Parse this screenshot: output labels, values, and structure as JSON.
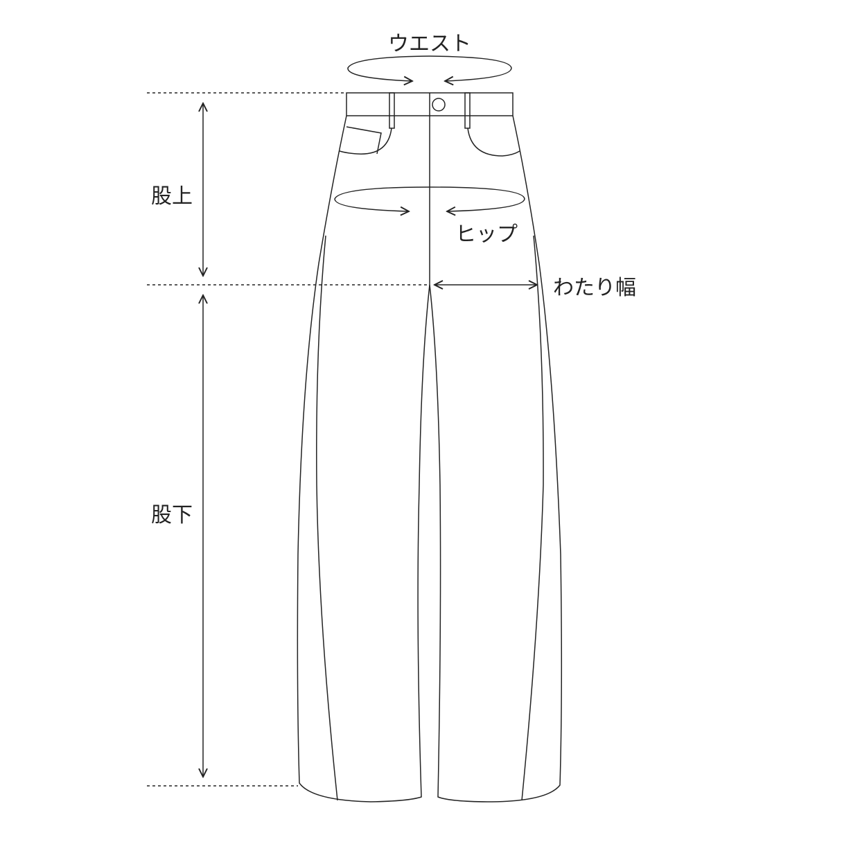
{
  "labels": {
    "waist": "ウエスト",
    "hip": "ヒップ",
    "rise": "股上",
    "inseam": "股下",
    "thigh": "わたり幅"
  },
  "colors": {
    "line": "#222222"
  }
}
